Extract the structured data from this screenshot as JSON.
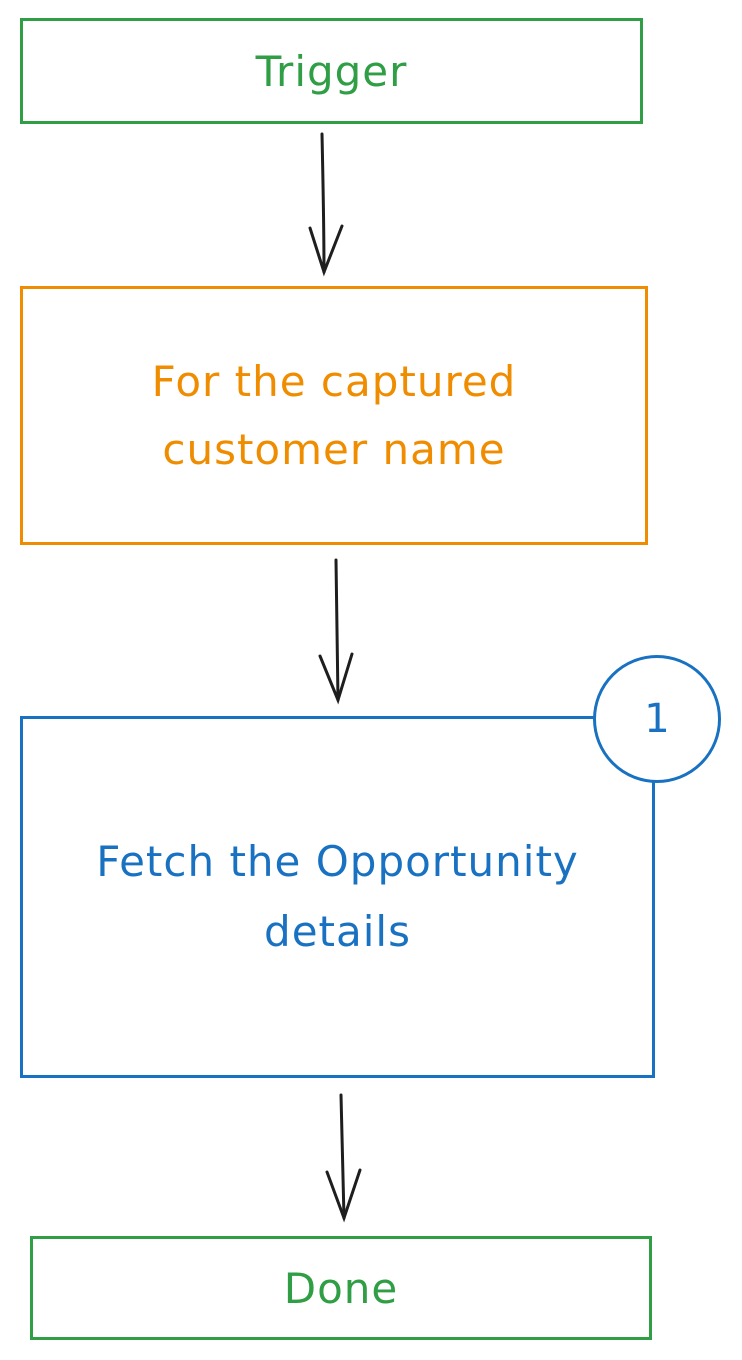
{
  "diagram": {
    "nodes": {
      "trigger": {
        "label": "Trigger",
        "color": "#2f9e44"
      },
      "loop": {
        "line1": "For the captured",
        "line2": "customer name",
        "color": "#f08c00"
      },
      "fetch": {
        "line1": "Fetch the Opportunity",
        "line2": "details",
        "color": "#1971c2"
      },
      "done": {
        "label": "Done",
        "color": "#2f9e44"
      }
    },
    "badge": {
      "label": "1",
      "color": "#1971c2"
    },
    "edges": [
      {
        "from": "trigger",
        "to": "loop"
      },
      {
        "from": "loop",
        "to": "fetch"
      },
      {
        "from": "fetch",
        "to": "done"
      }
    ],
    "arrow_color": "#1e1e1e"
  }
}
